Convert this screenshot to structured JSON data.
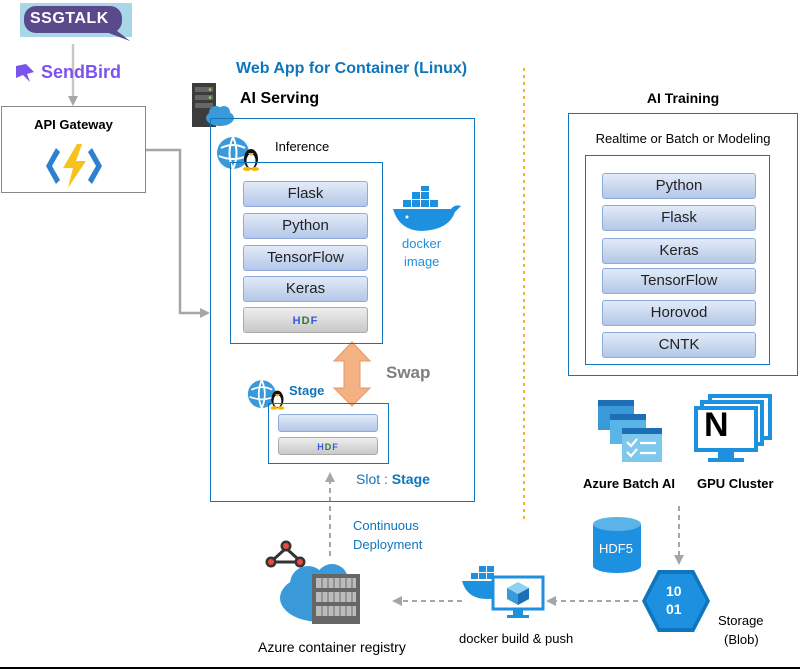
{
  "logos": {
    "ssgtalk": "SSGTALK",
    "sendbird": "SendBird"
  },
  "api_gateway": {
    "title": "API Gateway"
  },
  "web_app": {
    "title": "Web App for Container (Linux)",
    "serving_title": "AI Serving",
    "inference_label": "Inference",
    "inference_stack": [
      "Flask",
      "Python",
      "TensorFlow",
      "Keras"
    ],
    "docker_label_line1": "docker",
    "docker_label_line2": "image",
    "swap_label": "Swap",
    "stage_label": "Stage",
    "slot_prefix": "Slot : ",
    "slot_name": "Stage",
    "hdf_logo": "HDF"
  },
  "training": {
    "title": "AI Training",
    "subtitle": "Realtime or Batch or Modeling",
    "stack": [
      "Python",
      "Flask",
      "Keras",
      "TensorFlow",
      "Horovod",
      "CNTK"
    ],
    "batch_label": "Azure Batch AI",
    "gpu_label": "GPU Cluster",
    "gpu_icon_letter": "N"
  },
  "pipeline": {
    "cd_line1": "Continuous",
    "cd_line2": "Deployment",
    "registry_label": "Azure container registry",
    "build_label": "docker build & push",
    "hdf5_label": "HDF5",
    "storage_line1": "Storage",
    "storage_line2": "(Blob)",
    "binary_line1": "10",
    "binary_line2": "01"
  },
  "colors": {
    "accent_blue": "#0f75bc",
    "docker_blue": "#1d91e0",
    "dashed_orange": "#f2b130",
    "arrow_gray": "#a6a6a6",
    "swap_orange": "#f4b183",
    "ssgtalk_bg": "#5a4a8c",
    "sendbird_purple": "#7b53ef"
  }
}
